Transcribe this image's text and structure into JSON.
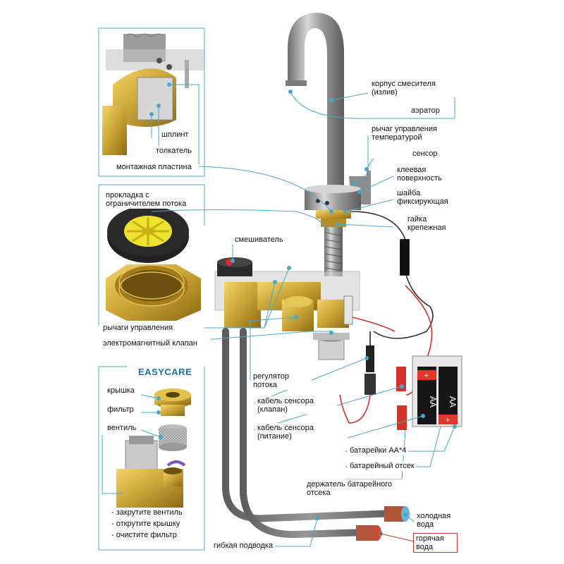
{
  "colors": {
    "callout_line": "#4aa7c9",
    "brass": "#c9a235",
    "steel": "#a3a3a3",
    "wire_red": "#d6322c",
    "hot_border": "#c23a2c",
    "brand_blue": "#1b6fae"
  },
  "labels": {
    "spout_body": "корпус смесителя (излив)",
    "aerator": "аэратор",
    "temp_lever": "рычаг управления температурой",
    "sensor": "сенсор",
    "glue_surface": "клеевая поверхность",
    "lock_washer": "шайба фиксирующая",
    "mount_nut": "гайка крепежная",
    "cotter_pin": "шплинт",
    "pusher": "толкатель",
    "mount_plate": "монтажная пластина",
    "flow_gasket": "прокладка с ограничителем потока",
    "mixer": "смешиватель",
    "control_levers": "рычаги управления",
    "solenoid_valve": "электромагнитный клапан",
    "flow_regulator": "регулятор потока",
    "sensor_cable_valve": "кабель сенсора (клапан)",
    "sensor_cable_power": "кабель сенсора (питание)",
    "batteries": "батарейки AA*4",
    "battery_box": "батарейный отсек",
    "battery_holder": "держатель батарейного отсека",
    "cold_water": "холодная вода",
    "hot_water": "горячая вода",
    "flex_hose": "гибкая подводка",
    "cap": "крышка",
    "filter": "фильтр",
    "valve": "вентиль"
  },
  "easycare": {
    "brand": "EASYCARE",
    "steps": [
      "- закрутите вентиль",
      "- открутите крышку",
      "- очистите фильтр"
    ]
  },
  "battery_marks": {
    "plus": "+",
    "minus": "-",
    "type": "AA"
  }
}
